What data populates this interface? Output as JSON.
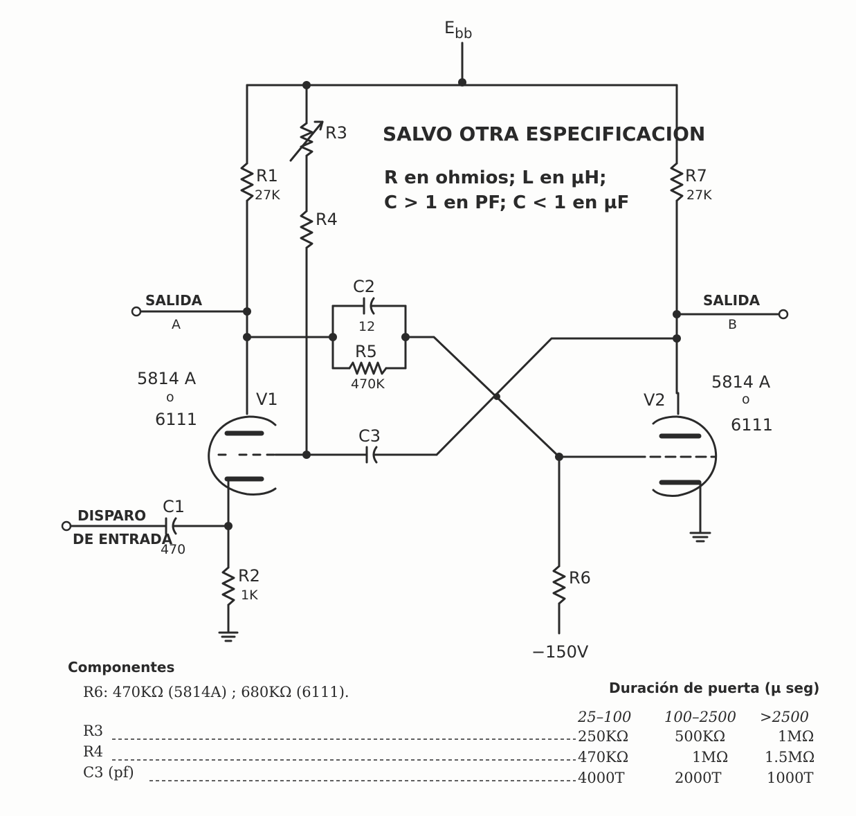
{
  "supply": {
    "label": "E",
    "subscript": "bb"
  },
  "note": {
    "heading": "SALVO OTRA ESPECIFICACION",
    "line1": "R en ohmios; L en µH;",
    "line2": "C > 1 en PF; C < 1 en µF"
  },
  "components": {
    "r1": {
      "name": "R1",
      "value": "27K"
    },
    "r2": {
      "name": "R2",
      "value": "1K"
    },
    "r3": {
      "name": "R3"
    },
    "r4": {
      "name": "R4"
    },
    "r5": {
      "name": "R5",
      "value": "470K"
    },
    "r6": {
      "name": "R6"
    },
    "r7": {
      "name": "R7",
      "value": "27K"
    },
    "c1": {
      "name": "C1",
      "value": "470"
    },
    "c2": {
      "name": "C2",
      "value": "12"
    },
    "c3": {
      "name": "C3"
    }
  },
  "tubes": {
    "v1": {
      "name": "V1",
      "type_a": "5814 A",
      "or": "o",
      "type_b": "6111"
    },
    "v2": {
      "name": "V2",
      "type_a": "5814 A",
      "or": "o",
      "type_b": "6111"
    }
  },
  "terminals": {
    "out_a": {
      "label": "SALIDA",
      "sub": "A"
    },
    "out_b": {
      "label": "SALIDA",
      "sub": "B"
    },
    "trigger": {
      "line1": "DISPARO",
      "line2": "DE ENTRADA"
    },
    "neg_supply": "−150V"
  },
  "parts_list": {
    "heading": "Componentes",
    "r6_note": "R6:  470KΩ  (5814A) ; 680KΩ  (6111)."
  },
  "gate_table": {
    "title": "Duración de puerta (µ seg)",
    "columns": [
      "25–100",
      "100–2500",
      ">2500"
    ],
    "rows": [
      {
        "label": "R3",
        "values": [
          "250KΩ",
          "500KΩ",
          "1MΩ"
        ]
      },
      {
        "label": "R4",
        "values": [
          "470KΩ",
          "1MΩ",
          "1.5MΩ"
        ]
      },
      {
        "label": "C3  (pf)",
        "values": [
          "4000T",
          "2000T",
          "1000T"
        ]
      }
    ]
  }
}
